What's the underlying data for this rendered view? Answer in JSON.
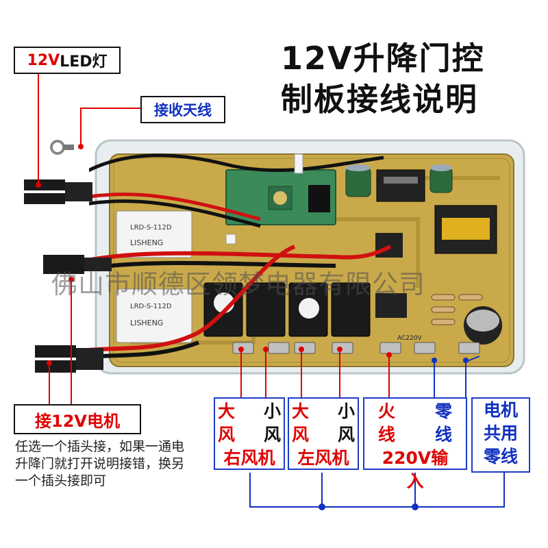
{
  "title": {
    "line1": "12V升降门控",
    "line2": "制板接线说明"
  },
  "labels": {
    "led_prefix": "12V",
    "led_suffix": "LED灯",
    "antenna": "接收天线",
    "motor": "接12V电机"
  },
  "note": "任选一个插头接，如果一通电升降门就打开说明接错，换另一个插头接即可",
  "terminals": {
    "right_fan": {
      "big": "大",
      "small": "小",
      "feng1": "风",
      "feng2": "风",
      "name": "右风机"
    },
    "left_fan": {
      "big": "大",
      "small": "小",
      "feng1": "风",
      "feng2": "风",
      "name": "左风机"
    },
    "power": {
      "huo": "火",
      "ling": "零",
      "xian1": "线",
      "xian2": "线",
      "name": "220V输入"
    },
    "common": {
      "line1": "电机",
      "line2": "共用",
      "line3": "零线"
    }
  },
  "board_markings": {
    "relay_brand": "LISHENG",
    "relay_model": "LRD-S-112D",
    "ac_label": "AC220V"
  },
  "watermark": "佛山市顺德区领梦电器有限公司",
  "colors": {
    "red": "#e00000",
    "blue": "#1030c0",
    "board": "#c9a94a"
  },
  "icons": [
    "ring-terminal-icon",
    "connector-plug-icon",
    "relay-icon",
    "capacitor-icon",
    "transformer-icon"
  ]
}
